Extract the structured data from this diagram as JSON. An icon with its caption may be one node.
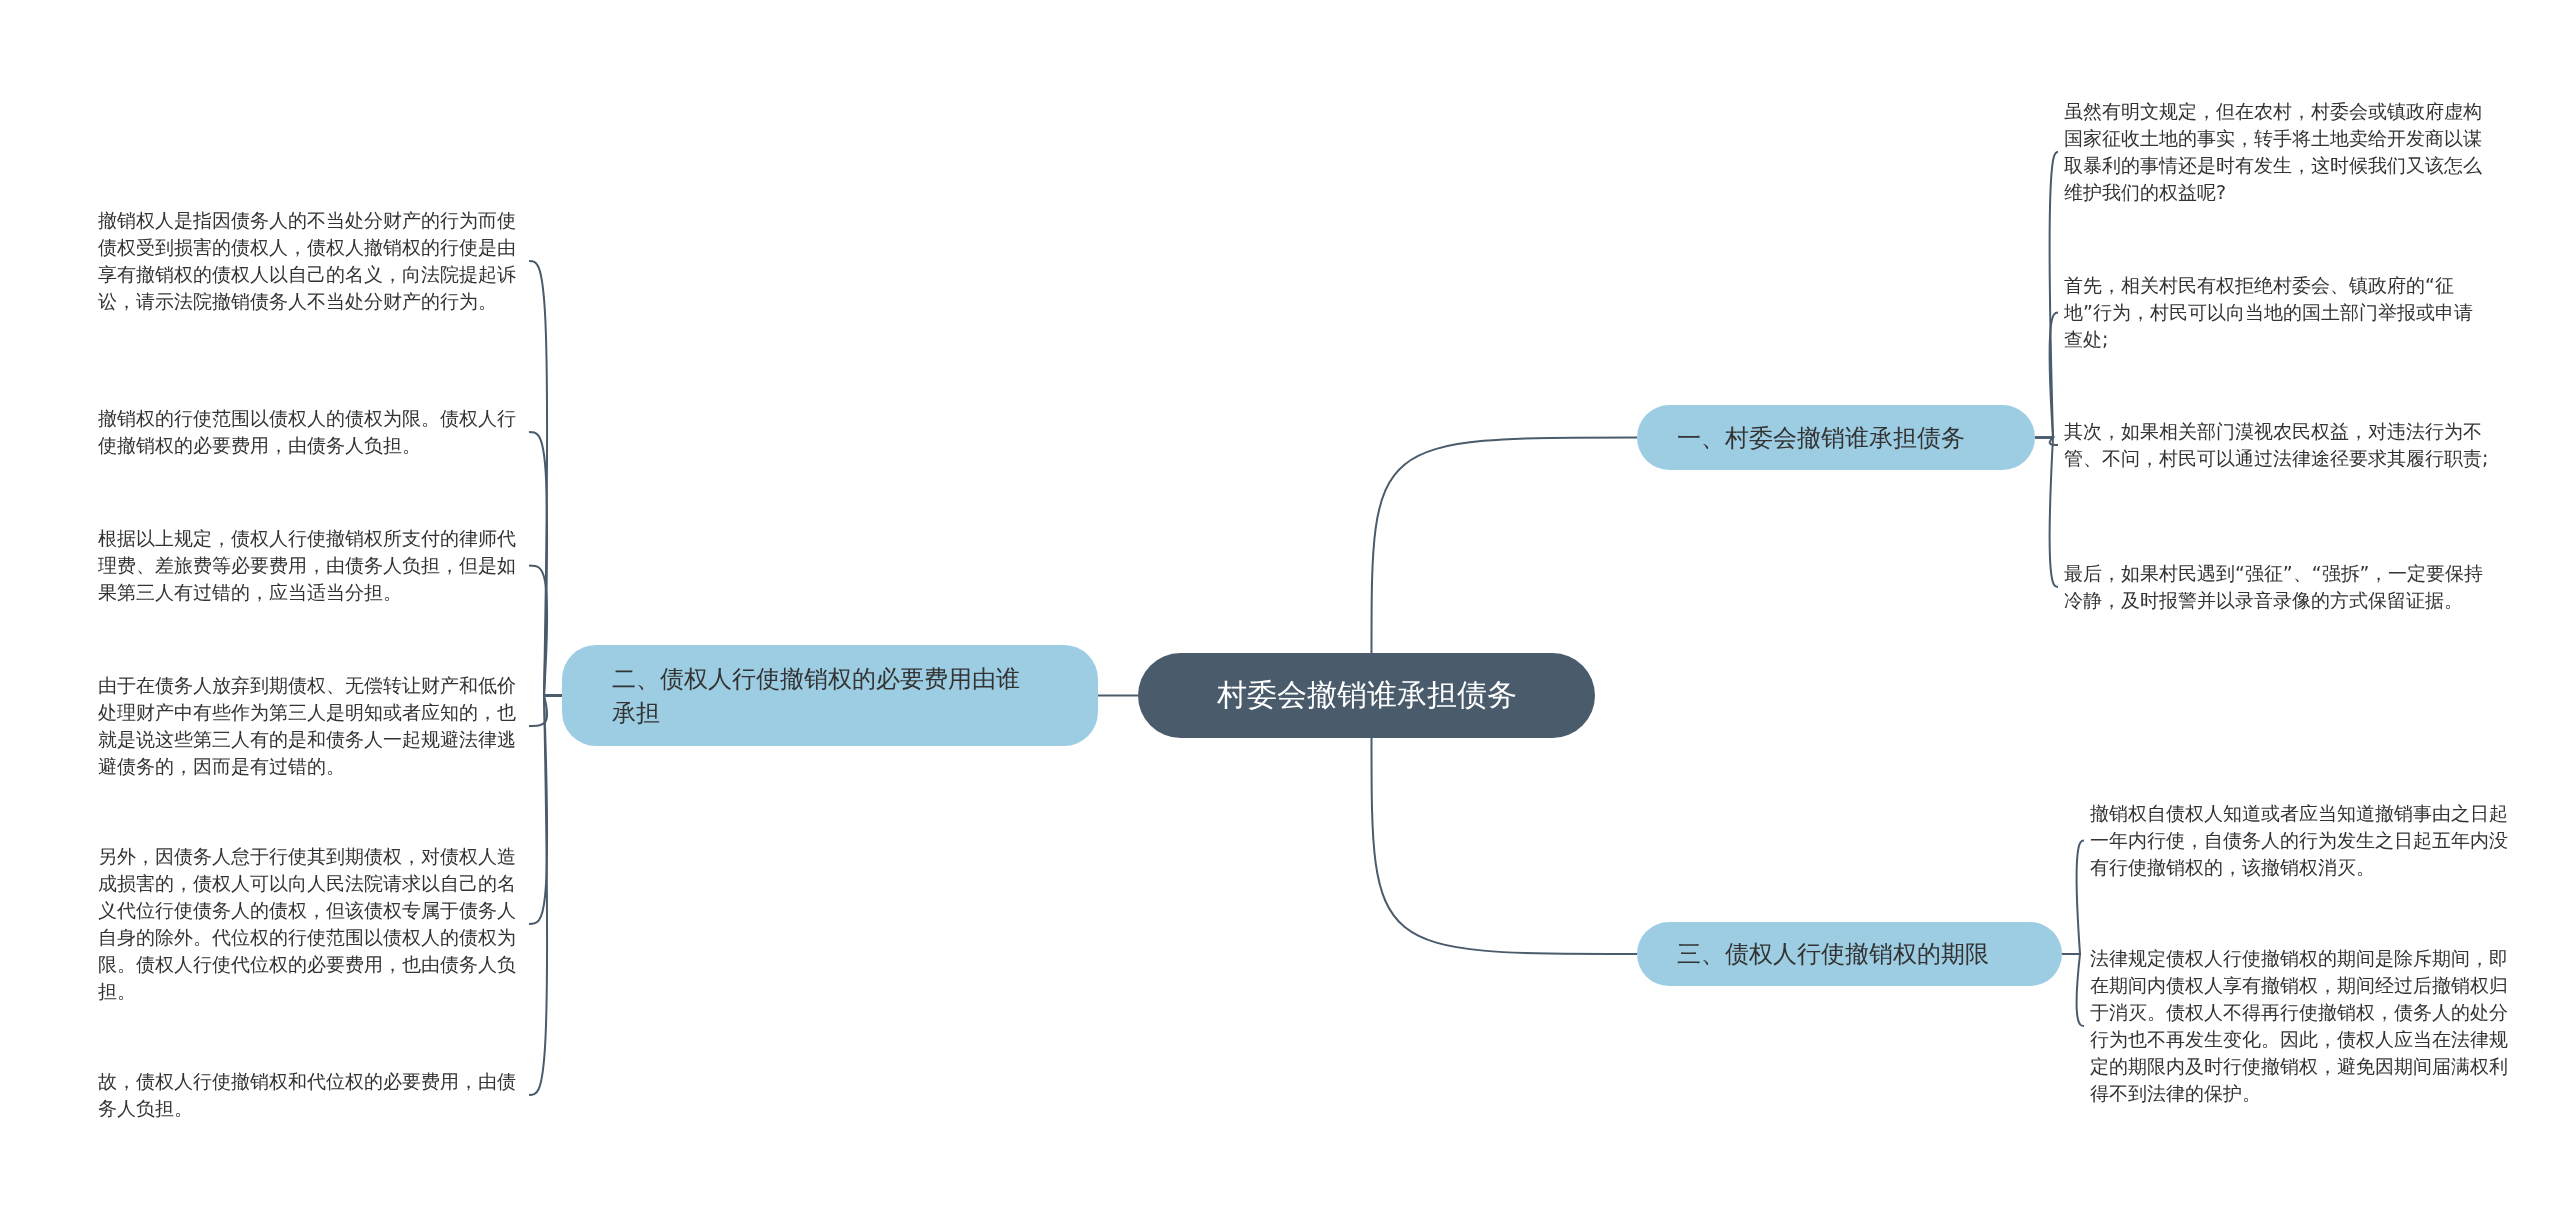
{
  "diagram": {
    "nodes": [
      {
        "text": [
          "村委会撤销谁承担债务"
        ]
      },
      {
        "text": [
          "一、村委会撤销谁承担债务"
        ]
      },
      {
        "text": [
          "虽然有明文规定，但在农村，村委会或镇政府虚构国家征收土地的事实，转手将土地卖给开发商以谋取暴利的事情还是时有发生，这时候我们又该怎么维护我们的权益呢?"
        ]
      },
      {
        "text": [
          "首先，相关村民有权拒绝村委会、镇政府的“征地”行为，村民可以向当地的国土部门举报或申请查处;"
        ]
      },
      {
        "text": [
          "其次，如果相关部门漠视农民权益，对违法行为不管、不问，村民可以通过法律途径要求其履行职责;"
        ]
      },
      {
        "text": [
          "最后，如果村民遇到“强征”、“强拆”，一定要保持冷静，及时报警并以录音录像的方式保留证据。"
        ]
      },
      {
        "text": [
          "二、债权人行使撤销权的必要费用由谁承担"
        ]
      },
      {
        "text": [
          "撤销权人是指因债务人的不当处分财产的行为而使债权受到损害的债权人，债权人撤销权的行使是由享有撤销权的债权人以自己的名义，向法院提起诉讼，请示法院撤销债务人不当处分财产的行为。"
        ]
      },
      {
        "text": [
          "撤销权的行使范围以债权人的债权为限。债权人行使撤销权的必要费用，由债务人负担。"
        ]
      },
      {
        "text": [
          "根据以上规定，债权人行使撤销权所支付的律师代理费、差旅费等必要费用，由债务人负担，但是如果第三人有过错的，应当适当分担。"
        ]
      },
      {
        "text": [
          "由于在债务人放弃到期债权、无偿转让财产和低价处理财产中有些作为第三人是明知或者应知的，也就是说这些第三人有的是和债务人一起规避法律逃避债务的，因而是有过错的。"
        ]
      },
      {
        "text": [
          "另外，因债务人怠于行使其到期债权，对债权人造成损害的，债权人可以向人民法院请求以自己的名义代位行使债务人的债权，但该债权专属于债务人自身的除外。代位权的行使范围以债权人的债权为限。债权人行使代位权的必要费用，也由债务人负担。"
        ]
      },
      {
        "text": [
          "故，债权人行使撤销权和代位权的必要费用，由债务人负担。"
        ]
      },
      {
        "text": [
          "三、债权人行使撤销权的期限"
        ]
      },
      {
        "text": [
          "撤销权自债权人知道或者应当知道撤销事由之日起一年内行使，自债务人的行为发生之日起五年内没有行使撤销权的，该撤销权消灭。"
        ]
      },
      {
        "text": [
          "法律规定债权人行使撤销权的期间是除斥期间，即在期间内债权人享有撤销权，期间经过后撤销权归于消灭。债权人不得再行使撤销权，债务人的处分行为也不再发生变化。因此，债权人应当在法律规定的期限内及时行使撤销权，避免因期间届满权利得不到法律的保护。"
        ]
      }
    ],
    "edges": [
      {
        "from": 0,
        "to": 1,
        "arrow": "none"
      },
      {
        "from": 1,
        "to": 2,
        "arrow": "none"
      },
      {
        "from": 1,
        "to": 3,
        "arrow": "none"
      },
      {
        "from": 1,
        "to": 4,
        "arrow": "none"
      },
      {
        "from": 1,
        "to": 5,
        "arrow": "none"
      },
      {
        "from": 0,
        "to": 6,
        "arrow": "none"
      },
      {
        "from": 6,
        "to": 7,
        "arrow": "none"
      },
      {
        "from": 6,
        "to": 8,
        "arrow": "none"
      },
      {
        "from": 6,
        "to": 9,
        "arrow": "none"
      },
      {
        "from": 6,
        "to": 10,
        "arrow": "none"
      },
      {
        "from": 6,
        "to": 11,
        "arrow": "none"
      },
      {
        "from": 6,
        "to": 12,
        "arrow": "none"
      },
      {
        "from": 0,
        "to": 13,
        "arrow": "none"
      },
      {
        "from": 13,
        "to": 14,
        "arrow": "none"
      },
      {
        "from": 13,
        "to": 15,
        "arrow": "none"
      }
    ]
  }
}
